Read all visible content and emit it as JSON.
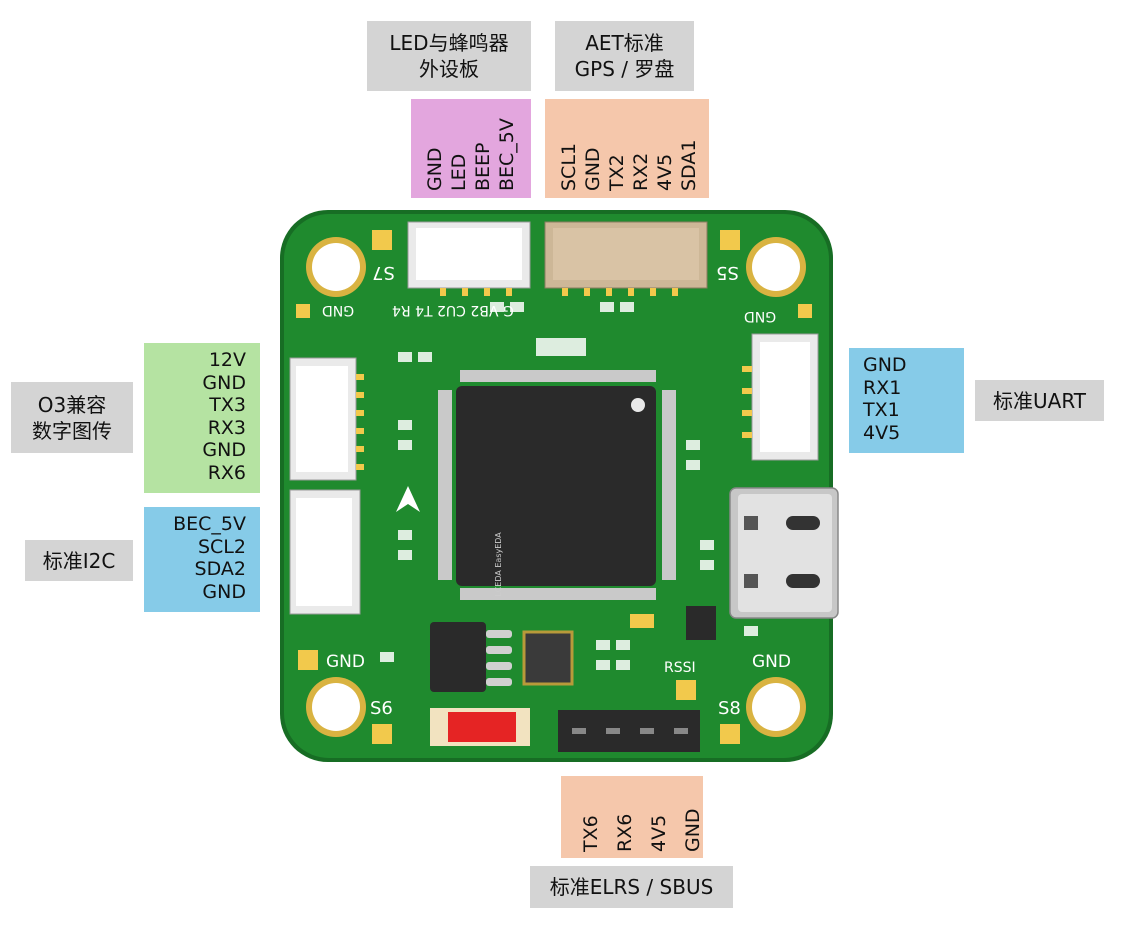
{
  "labels": {
    "led_buzzer": [
      "LED与蜂鸣器",
      "外设板"
    ],
    "aet_gps": [
      "AET标准",
      "GPS / 罗盘"
    ],
    "o3": [
      "O3兼容",
      "数字图传"
    ],
    "i2c": "标准I2C",
    "uart": "标准UART",
    "elrs": "标准ELRS / SBUS"
  },
  "pins": {
    "o3": [
      "12V",
      "GND",
      "TX3",
      "RX3",
      "GND",
      "RX6"
    ],
    "i2c": [
      "BEC_5V",
      "SCL2",
      "SDA2",
      "GND"
    ],
    "uart": [
      "GND",
      "RX1",
      "TX1",
      "4V5"
    ],
    "led": [
      "BEC_5V",
      "BEEP",
      "LED",
      "GND"
    ],
    "gps": [
      "SDA1",
      "4V5",
      "RX2",
      "TX2",
      "GND",
      "SCL1"
    ],
    "elrs": [
      "TX6",
      "RX6",
      "4V5",
      "GND"
    ]
  },
  "silkscreen": {
    "s7": "S7",
    "s5": "S5",
    "s6": "S6",
    "s8": "S8",
    "gnd": "GND",
    "rssi": "RSSI",
    "top_row": "G VB2 CU2 T4 R4",
    "chip_mark": "LCEDA EasyEDA"
  },
  "colors": {
    "pcb": "#1f8a2e",
    "pcb_dark": "#176d24",
    "pad": "#f2c94c",
    "chip": "#2a2a2a",
    "connector": "#f2f2f2",
    "gps_connector": "#d9c3a5",
    "led_red": "#e52424"
  }
}
